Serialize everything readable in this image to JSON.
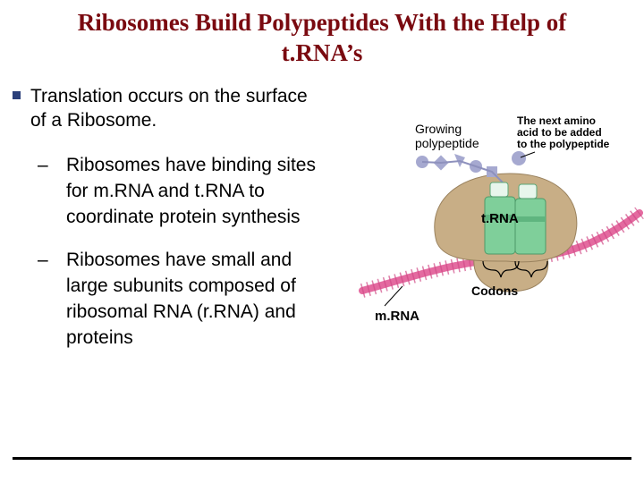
{
  "title": {
    "line1": "Ribosomes Build Polypeptides With the Help of",
    "line2": "t.RNA’s"
  },
  "bullet": {
    "text_before": "Translation occurs on the surface of a ",
    "emphasis": "Ribosome",
    "text_after": "."
  },
  "subbullets": [
    {
      "dash": "–",
      "text": "Ribosomes have binding sites for m.RNA and t.RNA to coordinate protein synthesis"
    },
    {
      "dash": "–",
      "text": "Ribosomes have small and large subunits composed of ribosomal RNA (r.RNA) and proteins"
    }
  ],
  "figure": {
    "growing_line1": "Growing",
    "growing_line2": "polypeptide",
    "next_line1": "The next amino",
    "next_line2": "acid to be added",
    "next_line3": "to the polypeptide",
    "trna": "t.RNA",
    "codons": "Codons",
    "mrna": "m.RNA"
  },
  "colors": {
    "title": "#7a0a10",
    "bullet_marker": "#2b3f7a",
    "ribosome": "#c8ae86",
    "trna": "#7fcf9a",
    "mrna": "#e46aa0",
    "amino_acid": "#a6a9d0"
  }
}
